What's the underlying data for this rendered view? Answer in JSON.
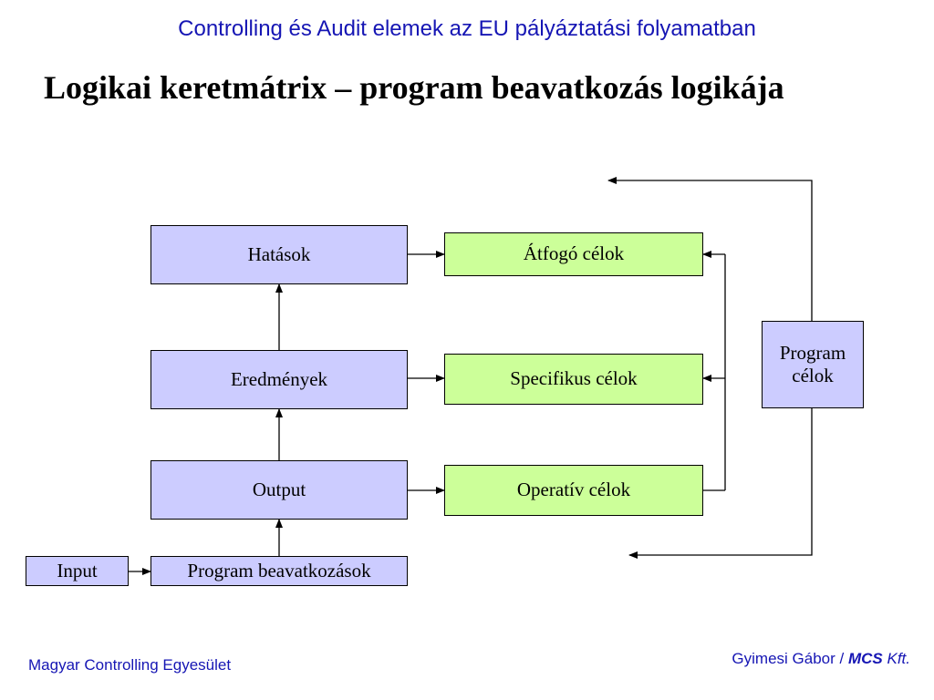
{
  "header": "Controlling és Audit elemek az EU pályáztatási folyamatban",
  "title": "Logikai keretmátrix – program beavatkozás logikája",
  "diagram": {
    "left_column": {
      "hatasok": "Hatások",
      "eredmenyek": "Eredmények",
      "output": "Output",
      "program_beavatkozasok": "Program beavatkozások",
      "input": "Input"
    },
    "right_column": {
      "atfogo": "Átfogó célok",
      "specifikus": "Specifikus célok",
      "operativ": "Operatív célok"
    },
    "program_celok_line1": "Program",
    "program_celok_line2": "célok",
    "colors": {
      "blue_box": "#ccccff",
      "green_box": "#ccff99"
    }
  },
  "footer": {
    "organization": "Magyar Controlling Egyesület",
    "author_prefix": "Gyimesi Gábor /",
    "company_bold": "MCS",
    "company_suffix": "Kft."
  }
}
